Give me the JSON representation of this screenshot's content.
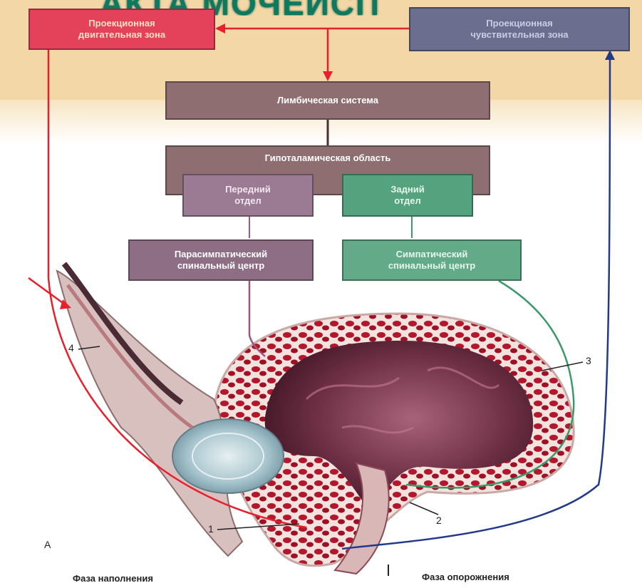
{
  "headline": "АКТА МОЧЕИСП",
  "boxes": {
    "motor": [
      "Проекционная",
      "двигательная зона"
    ],
    "sensory": [
      "Проекционная",
      "чувствительная зона"
    ],
    "limbic": [
      "Лимбическая система"
    ],
    "hypothalamus": [
      "Гипоталамическая область"
    ],
    "anterior": [
      "Передний",
      "отдел"
    ],
    "posterior": [
      "Задний",
      "отдел"
    ],
    "parasympathetic": [
      "Парасимпатический",
      "спинальный центр"
    ],
    "sympathetic": [
      "Симпатический",
      "спинальный центр"
    ]
  },
  "labels": {
    "l1": "1",
    "l2": "2",
    "l3": "3",
    "l4": "4",
    "panel": "А"
  },
  "captions": {
    "filling": "Фаза наполнения",
    "emptying": "Фаза опорожнения"
  },
  "colors": {
    "band": "#f4d7a6",
    "motor": "#e4415a",
    "sensory": "#6b6e8f",
    "limbic": "#8e6e70",
    "anterior": "#9a7b93",
    "posterior": "#54a37e",
    "red_line": "#e8202e",
    "blue_line": "#233a8a",
    "green_line": "#3c9a6a"
  }
}
